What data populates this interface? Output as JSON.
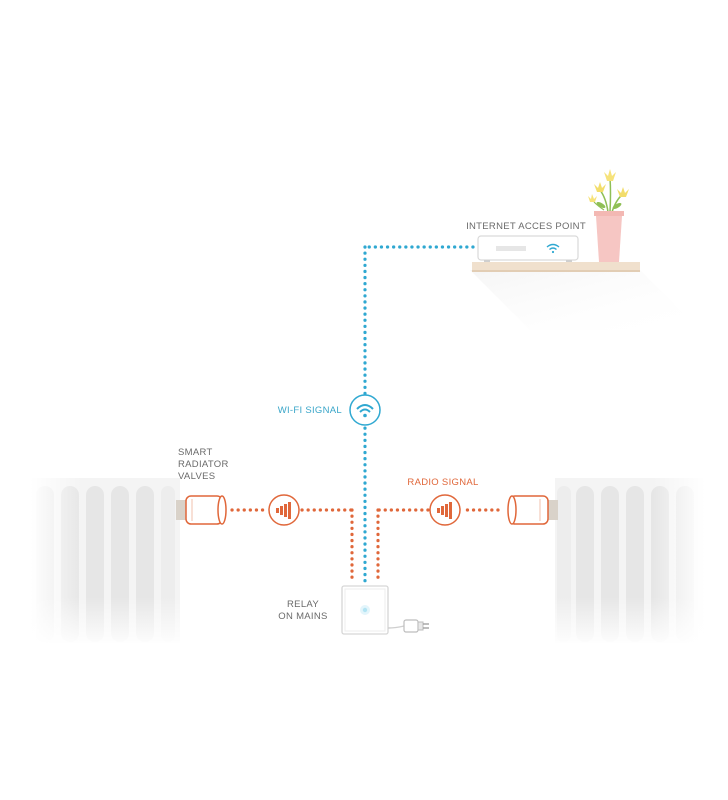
{
  "labels": {
    "internet_access_point": "INTERNET ACCES POINT",
    "wifi_signal": "WI-FI SIGNAL",
    "radio_signal": "RADIO SIGNAL",
    "smart_radiator_valves_line1": "SMART",
    "smart_radiator_valves_line2": "RADIATOR",
    "smart_radiator_valves_line3": "VALVES",
    "relay_line1": "RELAY",
    "relay_line2": "ON MAINS"
  },
  "colors": {
    "wifi": "#2fa8d1",
    "radio": "#e0673a",
    "radiator": "#e9e9e9",
    "valve": "#e0673a",
    "shelf": "#f0e0cd",
    "pot": "#f6c6c3",
    "flower": "#f2dd6b",
    "stem": "#8fbf56"
  },
  "icons": {
    "wifi_badge": "wifi-icon",
    "radio_badge": "radio-signal-icon",
    "router_led": "wifi-icon"
  }
}
